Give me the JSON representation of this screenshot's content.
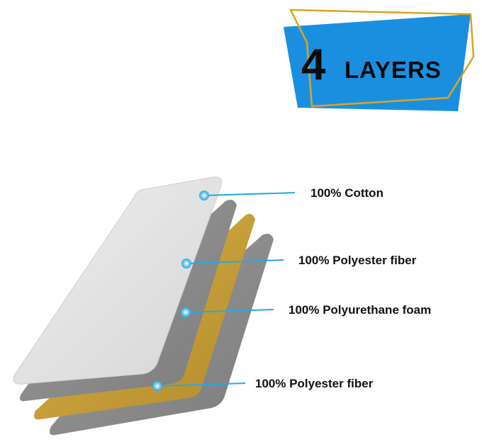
{
  "badge": {
    "number": "4",
    "word": "LAYERS"
  },
  "layers": [
    {
      "label": "100% Cotton"
    },
    {
      "label": "100% Polyester fiber"
    },
    {
      "label": "100% Polyurethane foam"
    },
    {
      "label": "100% Polyester fiber"
    }
  ],
  "colors": {
    "badge_blue": "#1a8fe0",
    "badge_outline": "#d9a520",
    "cotton": "#e2e2e2",
    "polyester": "#8c8c8c",
    "foam": "#c9a23a",
    "leader_line": "#29a8e0"
  }
}
